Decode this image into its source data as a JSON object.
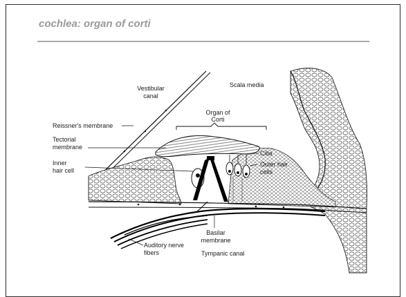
{
  "slide": {
    "title": "cochlea: organ of corti"
  },
  "labels": {
    "vestibular_canal_1": "Vestibular",
    "vestibular_canal_2": "canal",
    "scala_media": "Scala media",
    "organ_of_corti_1": "Organ of",
    "organ_of_corti_2": "Corti",
    "reissners_membrane": "Reissner's membrane",
    "tectorial_membrane_1": "Tectorial",
    "tectorial_membrane_2": "membrane",
    "inner_hair_cell_1": "Inner",
    "inner_hair_cell_2": "hair cell",
    "cilia": "Cilia",
    "outer_hair_cells_1": "Outer hair",
    "outer_hair_cells_2": "cells",
    "basilar_membrane_1": "Basilar",
    "basilar_membrane_2": "membrane",
    "auditory_nerve_1": "Auditory nerve",
    "auditory_nerve_2": "fibers",
    "tympanic_canal": "Tympanic canal"
  }
}
